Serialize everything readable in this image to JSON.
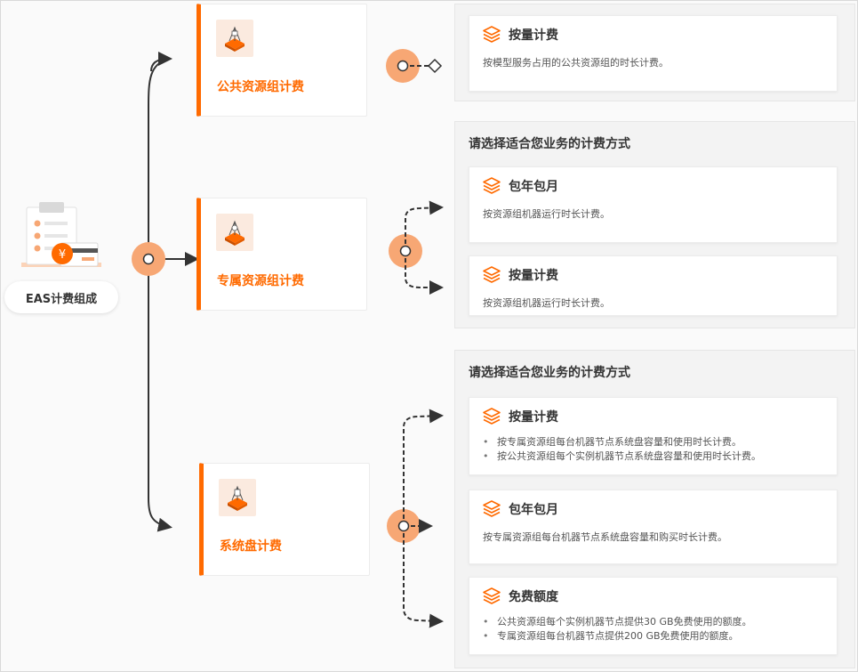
{
  "root": {
    "label": "EAS计费组成"
  },
  "categories": [
    {
      "title": "公共资源组计费",
      "options": [
        {
          "title": "按量计费",
          "desc": "按模型服务占用的公共资源组的时长计费。"
        }
      ]
    },
    {
      "title": "专属资源组计费",
      "panel_header": "请选择适合您业务的计费方式",
      "options": [
        {
          "title": "包年包月",
          "desc": "按资源组机器运行时长计费。"
        },
        {
          "title": "按量计费",
          "desc": "按资源组机器运行时长计费。"
        }
      ]
    },
    {
      "title": "系统盘计费",
      "panel_header": "请选择适合您业务的计费方式",
      "options": [
        {
          "title": "按量计费",
          "bullets": [
            "按专属资源组每台机器节点系统盘容量和使用时长计费。",
            "按公共资源组每个实例机器节点系统盘容量和使用时长计费。"
          ]
        },
        {
          "title": "包年包月",
          "desc": "按专属资源组每台机器节点系统盘容量和购买时长计费。"
        },
        {
          "title": "免费额度",
          "bullets": [
            "公共资源组每个实例机器节点提供30 GB免费使用的额度。",
            "专属资源组每台机器节点提供200 GB免费使用的额度。"
          ]
        }
      ]
    }
  ],
  "colors": {
    "accent": "#ff6a00",
    "node": "#f7a774",
    "line": "#333333",
    "panel": "#f3f3f3"
  },
  "icons": {
    "category": "resource-box-icon",
    "option": "layers-icon",
    "root": "billing-clipboard-icon"
  }
}
